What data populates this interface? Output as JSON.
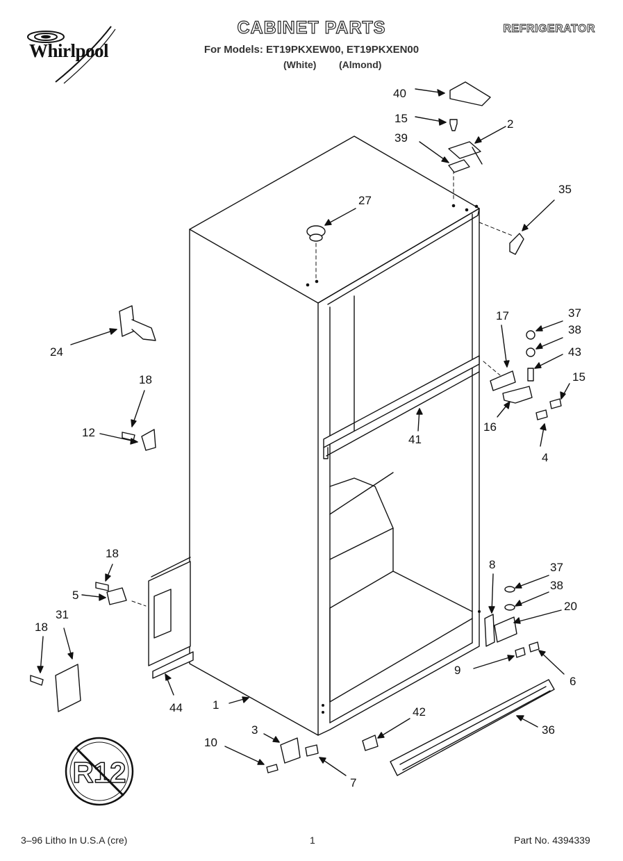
{
  "header": {
    "brand": "Whirlpool",
    "title": "CABINET PARTS",
    "category": "REFRIGERATOR",
    "models_line": "For Models: ET19PKXEW00, ET19PKXEN00",
    "color_white": "(White)",
    "color_almond": "(Almond)"
  },
  "badge": {
    "text": "R12"
  },
  "callouts": {
    "c1": "1",
    "c2": "2",
    "c3": "3",
    "c4": "4",
    "c5": "5",
    "c6": "6",
    "c7": "7",
    "c8": "8",
    "c9": "9",
    "c10": "10",
    "c12": "12",
    "c15a": "15",
    "c15b": "15",
    "c16": "16",
    "c17": "17",
    "c18a": "18",
    "c18b": "18",
    "c18c": "18",
    "c20": "20",
    "c24": "24",
    "c27": "27",
    "c31": "31",
    "c35": "35",
    "c36": "36",
    "c37a": "37",
    "c37b": "37",
    "c38a": "38",
    "c38b": "38",
    "c39": "39",
    "c40": "40",
    "c41": "41",
    "c42": "42",
    "c43": "43",
    "c44": "44"
  },
  "footer": {
    "litho": "3–96 Litho In U.S.A (cre)",
    "page": "1",
    "part_no": "Part No. 4394339"
  }
}
